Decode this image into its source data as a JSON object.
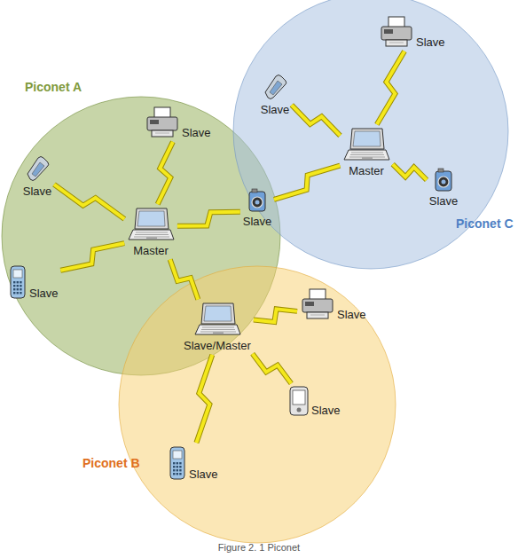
{
  "diagram": {
    "caption": "Figure 2. 1 Piconet",
    "nodes": [
      {
        "text": [
          "Piconet A"
        ]
      },
      {
        "text": [
          "Piconet C"
        ]
      },
      {
        "text": [
          "Piconet B"
        ]
      },
      {
        "text": [
          "Slave"
        ],
        "in": 0
      },
      {
        "text": [
          "Slave"
        ],
        "in": 1
      },
      {
        "text": [
          "Slave"
        ],
        "in": 1
      },
      {
        "text": [
          "Slave"
        ],
        "in": 0
      },
      {
        "text": [
          "Master"
        ],
        "in": 1
      },
      {
        "text": [
          "Master"
        ],
        "in": 0
      },
      {
        "text": [
          "Slave"
        ]
      },
      {
        "text": [
          "Slave"
        ],
        "in": 1
      },
      {
        "text": [
          "Slave"
        ],
        "in": 0
      },
      {
        "text": [
          "Slave/Master"
        ]
      },
      {
        "text": [
          "Slave"
        ],
        "in": 2
      },
      {
        "text": [
          "Slave"
        ],
        "in": 2
      },
      {
        "text": [
          "Slave"
        ],
        "in": 2
      }
    ],
    "edges": [
      {
        "from": 8,
        "to": 3,
        "arrow": "none"
      },
      {
        "from": 8,
        "to": 6,
        "arrow": "none"
      },
      {
        "from": 8,
        "to": 11,
        "arrow": "none"
      },
      {
        "from": 8,
        "to": 9,
        "arrow": "none"
      },
      {
        "from": 8,
        "to": 12,
        "arrow": "none"
      },
      {
        "from": 7,
        "to": 4,
        "arrow": "none"
      },
      {
        "from": 7,
        "to": 5,
        "arrow": "none"
      },
      {
        "from": 7,
        "to": 10,
        "arrow": "none"
      },
      {
        "from": 7,
        "to": 9,
        "arrow": "none"
      },
      {
        "from": 12,
        "to": 13,
        "arrow": "none"
      },
      {
        "from": 12,
        "to": 14,
        "arrow": "none"
      },
      {
        "from": 12,
        "to": 15,
        "arrow": "none"
      }
    ]
  }
}
